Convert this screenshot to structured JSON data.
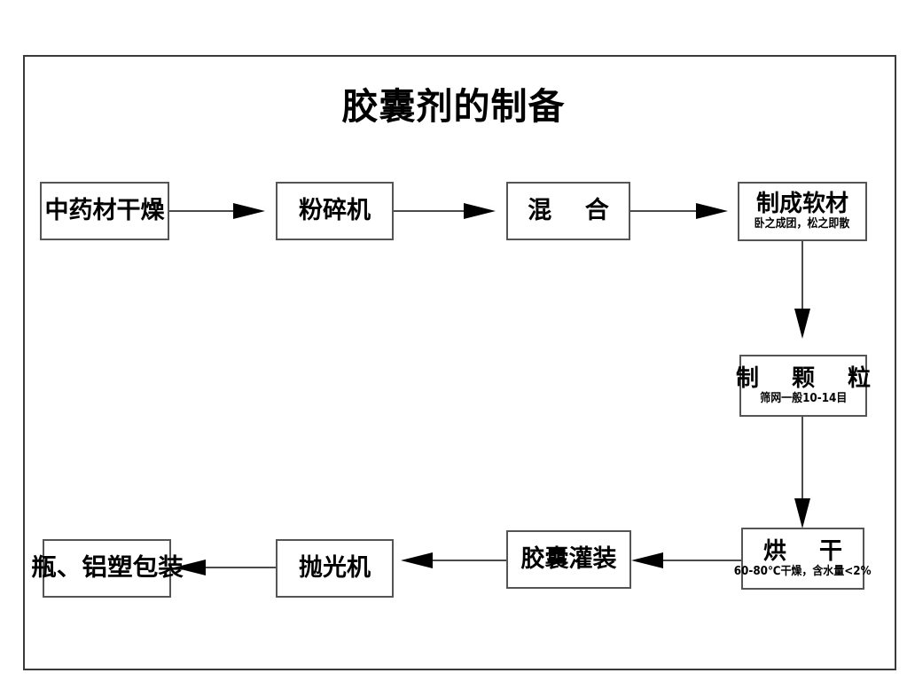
{
  "title": "胶囊剂的制备",
  "frame": {
    "border_color": "#3a3a3a",
    "background": "#ffffff"
  },
  "style": {
    "box_border_color": "#555555",
    "line_color": "#4a4a4a",
    "arrow_color": "#000000",
    "text_color": "#000000"
  },
  "nodes": [
    {
      "id": "drying-herbs",
      "main": "中药材干燥",
      "sub": ""
    },
    {
      "id": "pulverizer",
      "main": "粉碎机",
      "sub": ""
    },
    {
      "id": "mixing",
      "main": "混 合",
      "sub": ""
    },
    {
      "id": "soft-material",
      "main": "制成软材",
      "sub": "卧之成团，松之即散"
    },
    {
      "id": "granulation",
      "main": "制 颗 粒",
      "sub": "筛网一般10-14目"
    },
    {
      "id": "oven-drying",
      "main": "烘 干",
      "sub": "60-80℃干燥，含水量<2%"
    },
    {
      "id": "capsule-filling",
      "main": "胶囊灌装",
      "sub": ""
    },
    {
      "id": "polishing-machine",
      "main": "抛光机",
      "sub": ""
    },
    {
      "id": "packaging",
      "main": "瓶、铝塑包装",
      "sub": ""
    }
  ],
  "edges": [
    {
      "id": "edge-1",
      "from": "drying-herbs",
      "to": "pulverizer",
      "direction": "right"
    },
    {
      "id": "edge-2",
      "from": "pulverizer",
      "to": "mixing",
      "direction": "right"
    },
    {
      "id": "edge-3",
      "from": "mixing",
      "to": "soft-material",
      "direction": "right"
    },
    {
      "id": "edge-4",
      "from": "soft-material",
      "to": "granulation",
      "direction": "down"
    },
    {
      "id": "edge-5",
      "from": "granulation",
      "to": "oven-drying",
      "direction": "down"
    },
    {
      "id": "edge-6",
      "from": "oven-drying",
      "to": "capsule-filling",
      "direction": "left"
    },
    {
      "id": "edge-7",
      "from": "capsule-filling",
      "to": "polishing-machine",
      "direction": "left"
    },
    {
      "id": "edge-8",
      "from": "polishing-machine",
      "to": "packaging",
      "direction": "left"
    }
  ]
}
